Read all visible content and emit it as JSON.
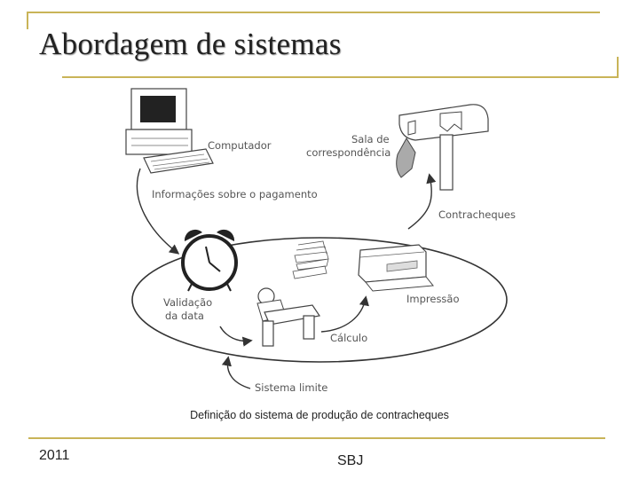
{
  "slide": {
    "title": "Abordagem de sistemas",
    "caption": "Definição do sistema de produção de contracheques",
    "year": "2011",
    "author": "SBJ"
  },
  "diagram": {
    "labels": {
      "computer": "Computador",
      "mailroom_line1": "Sala de",
      "mailroom_line2": "correspondência",
      "payment_info": "Informações sobre o pagamento",
      "paychecks": "Contracheques",
      "printing": "Impressão",
      "validation_line1": "Validação",
      "validation_line2": "da data",
      "calculation": "Cálculo",
      "system_boundary": "Sistema limite"
    }
  },
  "colors": {
    "accent_gold": "#c9b458"
  }
}
